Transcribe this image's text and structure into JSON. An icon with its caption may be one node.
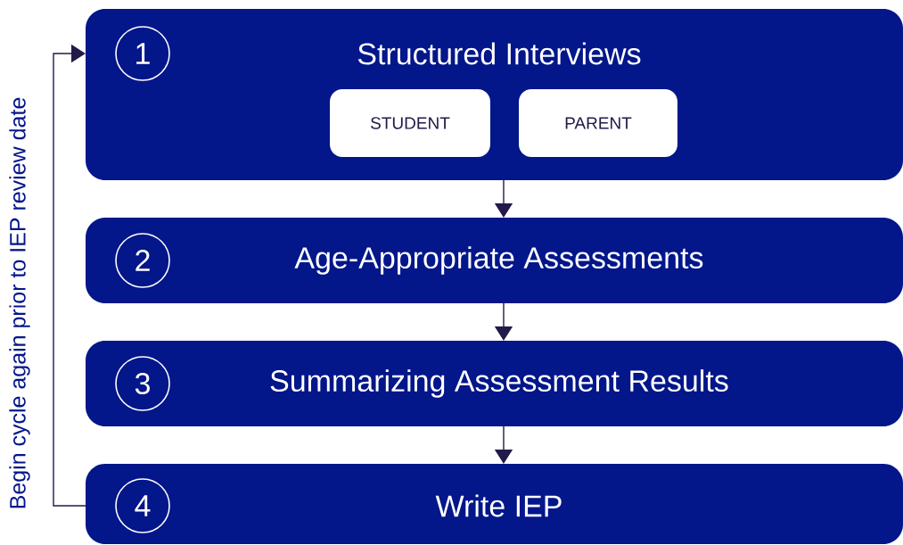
{
  "diagram": {
    "nodes": [
      {
        "text": [
          "1",
          "Structured Interviews"
        ]
      },
      {
        "text": [
          "STUDENT"
        ],
        "in": 0
      },
      {
        "text": [
          "PARENT"
        ],
        "in": 0
      },
      {
        "text": [
          "2",
          "Age-Appropriate Assessments"
        ]
      },
      {
        "text": [
          "3",
          "Summarizing Assessment Results"
        ]
      },
      {
        "text": [
          "4",
          "Write IEP"
        ]
      }
    ],
    "edges": [
      {
        "from": 0,
        "to": 3,
        "arrow": "to"
      },
      {
        "from": 3,
        "to": 4,
        "arrow": "to"
      },
      {
        "from": 4,
        "to": 5,
        "arrow": "to"
      },
      {
        "from": 5,
        "to": 0,
        "arrow": "to",
        "label": "Begin cycle again prior to IEP review date"
      }
    ]
  }
}
